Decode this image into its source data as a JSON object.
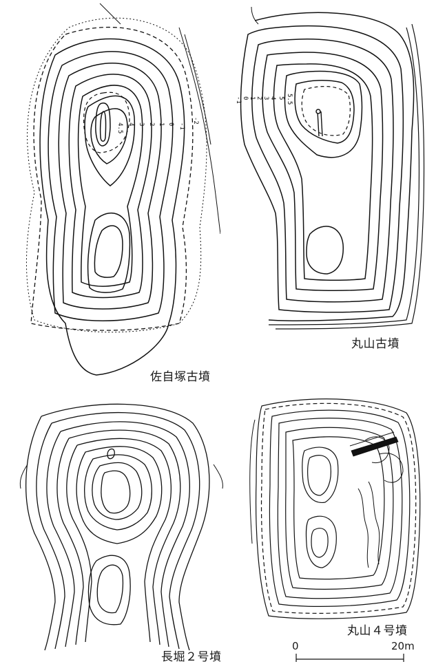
{
  "tumuli": [
    {
      "name": "佐自塚古墳",
      "elevation_labels": [
        "4.5",
        "4",
        "3",
        "2",
        "1",
        "0",
        "-1",
        "-2"
      ]
    },
    {
      "name": "丸山古墳",
      "elevation_labels": [
        "-1",
        "0",
        "1",
        "2",
        "3",
        "4",
        "5",
        "5.5"
      ]
    },
    {
      "name": "長堀２号墳"
    },
    {
      "name": "丸山４号墳"
    }
  ],
  "scale_bar": {
    "start": "0",
    "end": "20m"
  }
}
